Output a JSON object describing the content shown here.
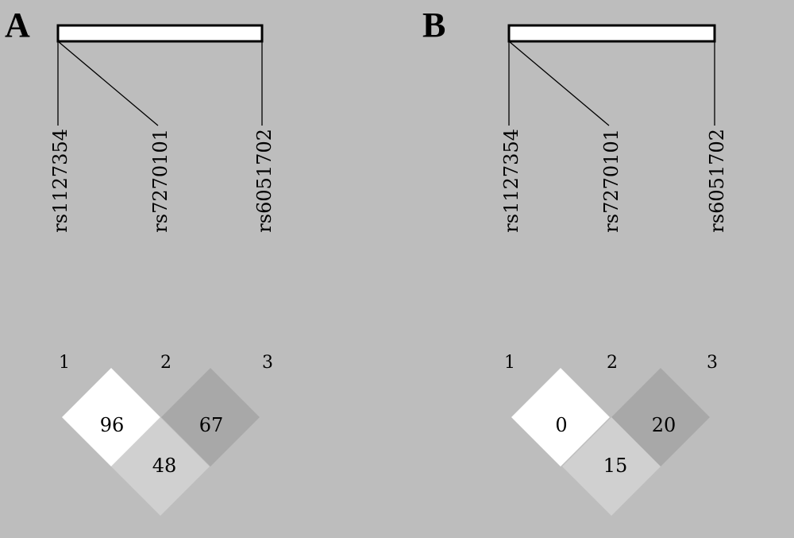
{
  "panels": [
    {
      "letter": "A",
      "snps": [
        "rs1127354",
        "rs7270101",
        "rs6051702"
      ],
      "indices": [
        "1",
        "2",
        "3"
      ],
      "ld_cells": [
        {
          "pair": "1-2",
          "value": "96",
          "color": "#ffffff"
        },
        {
          "pair": "2-3",
          "value": "67",
          "color": "#a8a8a8"
        },
        {
          "pair": "1-3",
          "value": "48",
          "color": "#d0d0d0"
        }
      ]
    },
    {
      "letter": "B",
      "snps": [
        "rs1127354",
        "rs7270101",
        "rs6051702"
      ],
      "indices": [
        "1",
        "2",
        "3"
      ],
      "ld_cells": [
        {
          "pair": "1-2",
          "value": "0",
          "color": "#ffffff"
        },
        {
          "pair": "2-3",
          "value": "20",
          "color": "#a8a8a8"
        },
        {
          "pair": "1-3",
          "value": "15",
          "color": "#d0d0d0"
        }
      ]
    }
  ],
  "colors": {
    "background": "#bdbdbd",
    "line": "#000000",
    "bar": "#ffffff"
  }
}
